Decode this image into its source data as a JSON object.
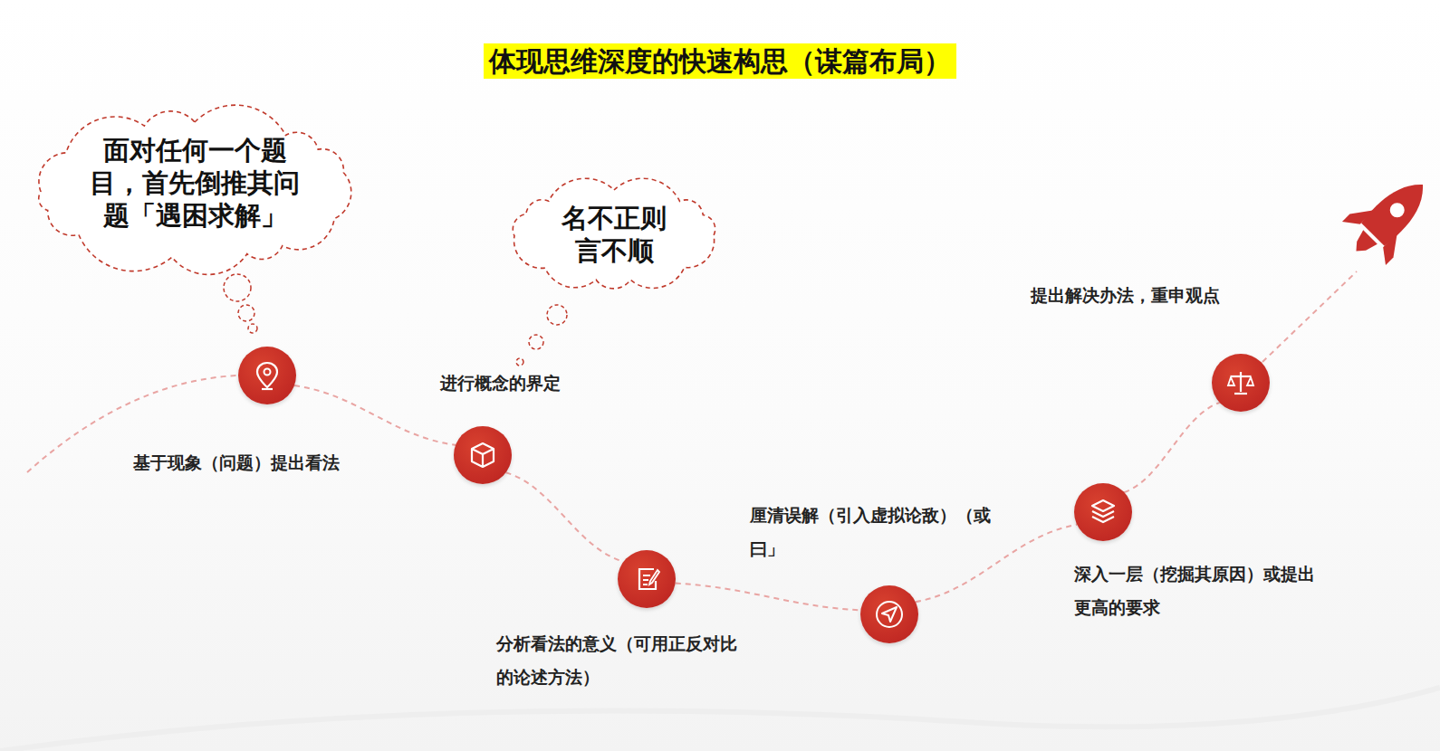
{
  "diagram": {
    "title": "体现思维深度的快速构思（谋篇布局）",
    "nodes": [
      {
        "text": [
          "面对任何一个题目，首先倒推其问题「遇困求解」"
        ]
      },
      {
        "text": [
          "基于现象（问题）提出看法"
        ]
      },
      {
        "text": [
          "名不正则言不顺"
        ]
      },
      {
        "text": [
          "进行概念的界定"
        ]
      },
      {
        "text": [
          "分析看法的意义（可用正反对比的论述方法）"
        ]
      },
      {
        "text": [
          "厘清误解（引入虚拟论敌）（或曰」"
        ]
      },
      {
        "text": [
          "深入一层（挖掘其原因）或提出更高的要求"
        ]
      },
      {
        "text": [
          "提出解决办法，重申观点"
        ]
      }
    ],
    "edges": [
      {
        "from": 1,
        "to": 3,
        "arrow": "none"
      },
      {
        "from": 3,
        "to": 4,
        "arrow": "none"
      },
      {
        "from": 4,
        "to": 5,
        "arrow": "none"
      },
      {
        "from": 5,
        "to": 6,
        "arrow": "none"
      },
      {
        "from": 6,
        "to": 7,
        "arrow": "none"
      }
    ]
  }
}
